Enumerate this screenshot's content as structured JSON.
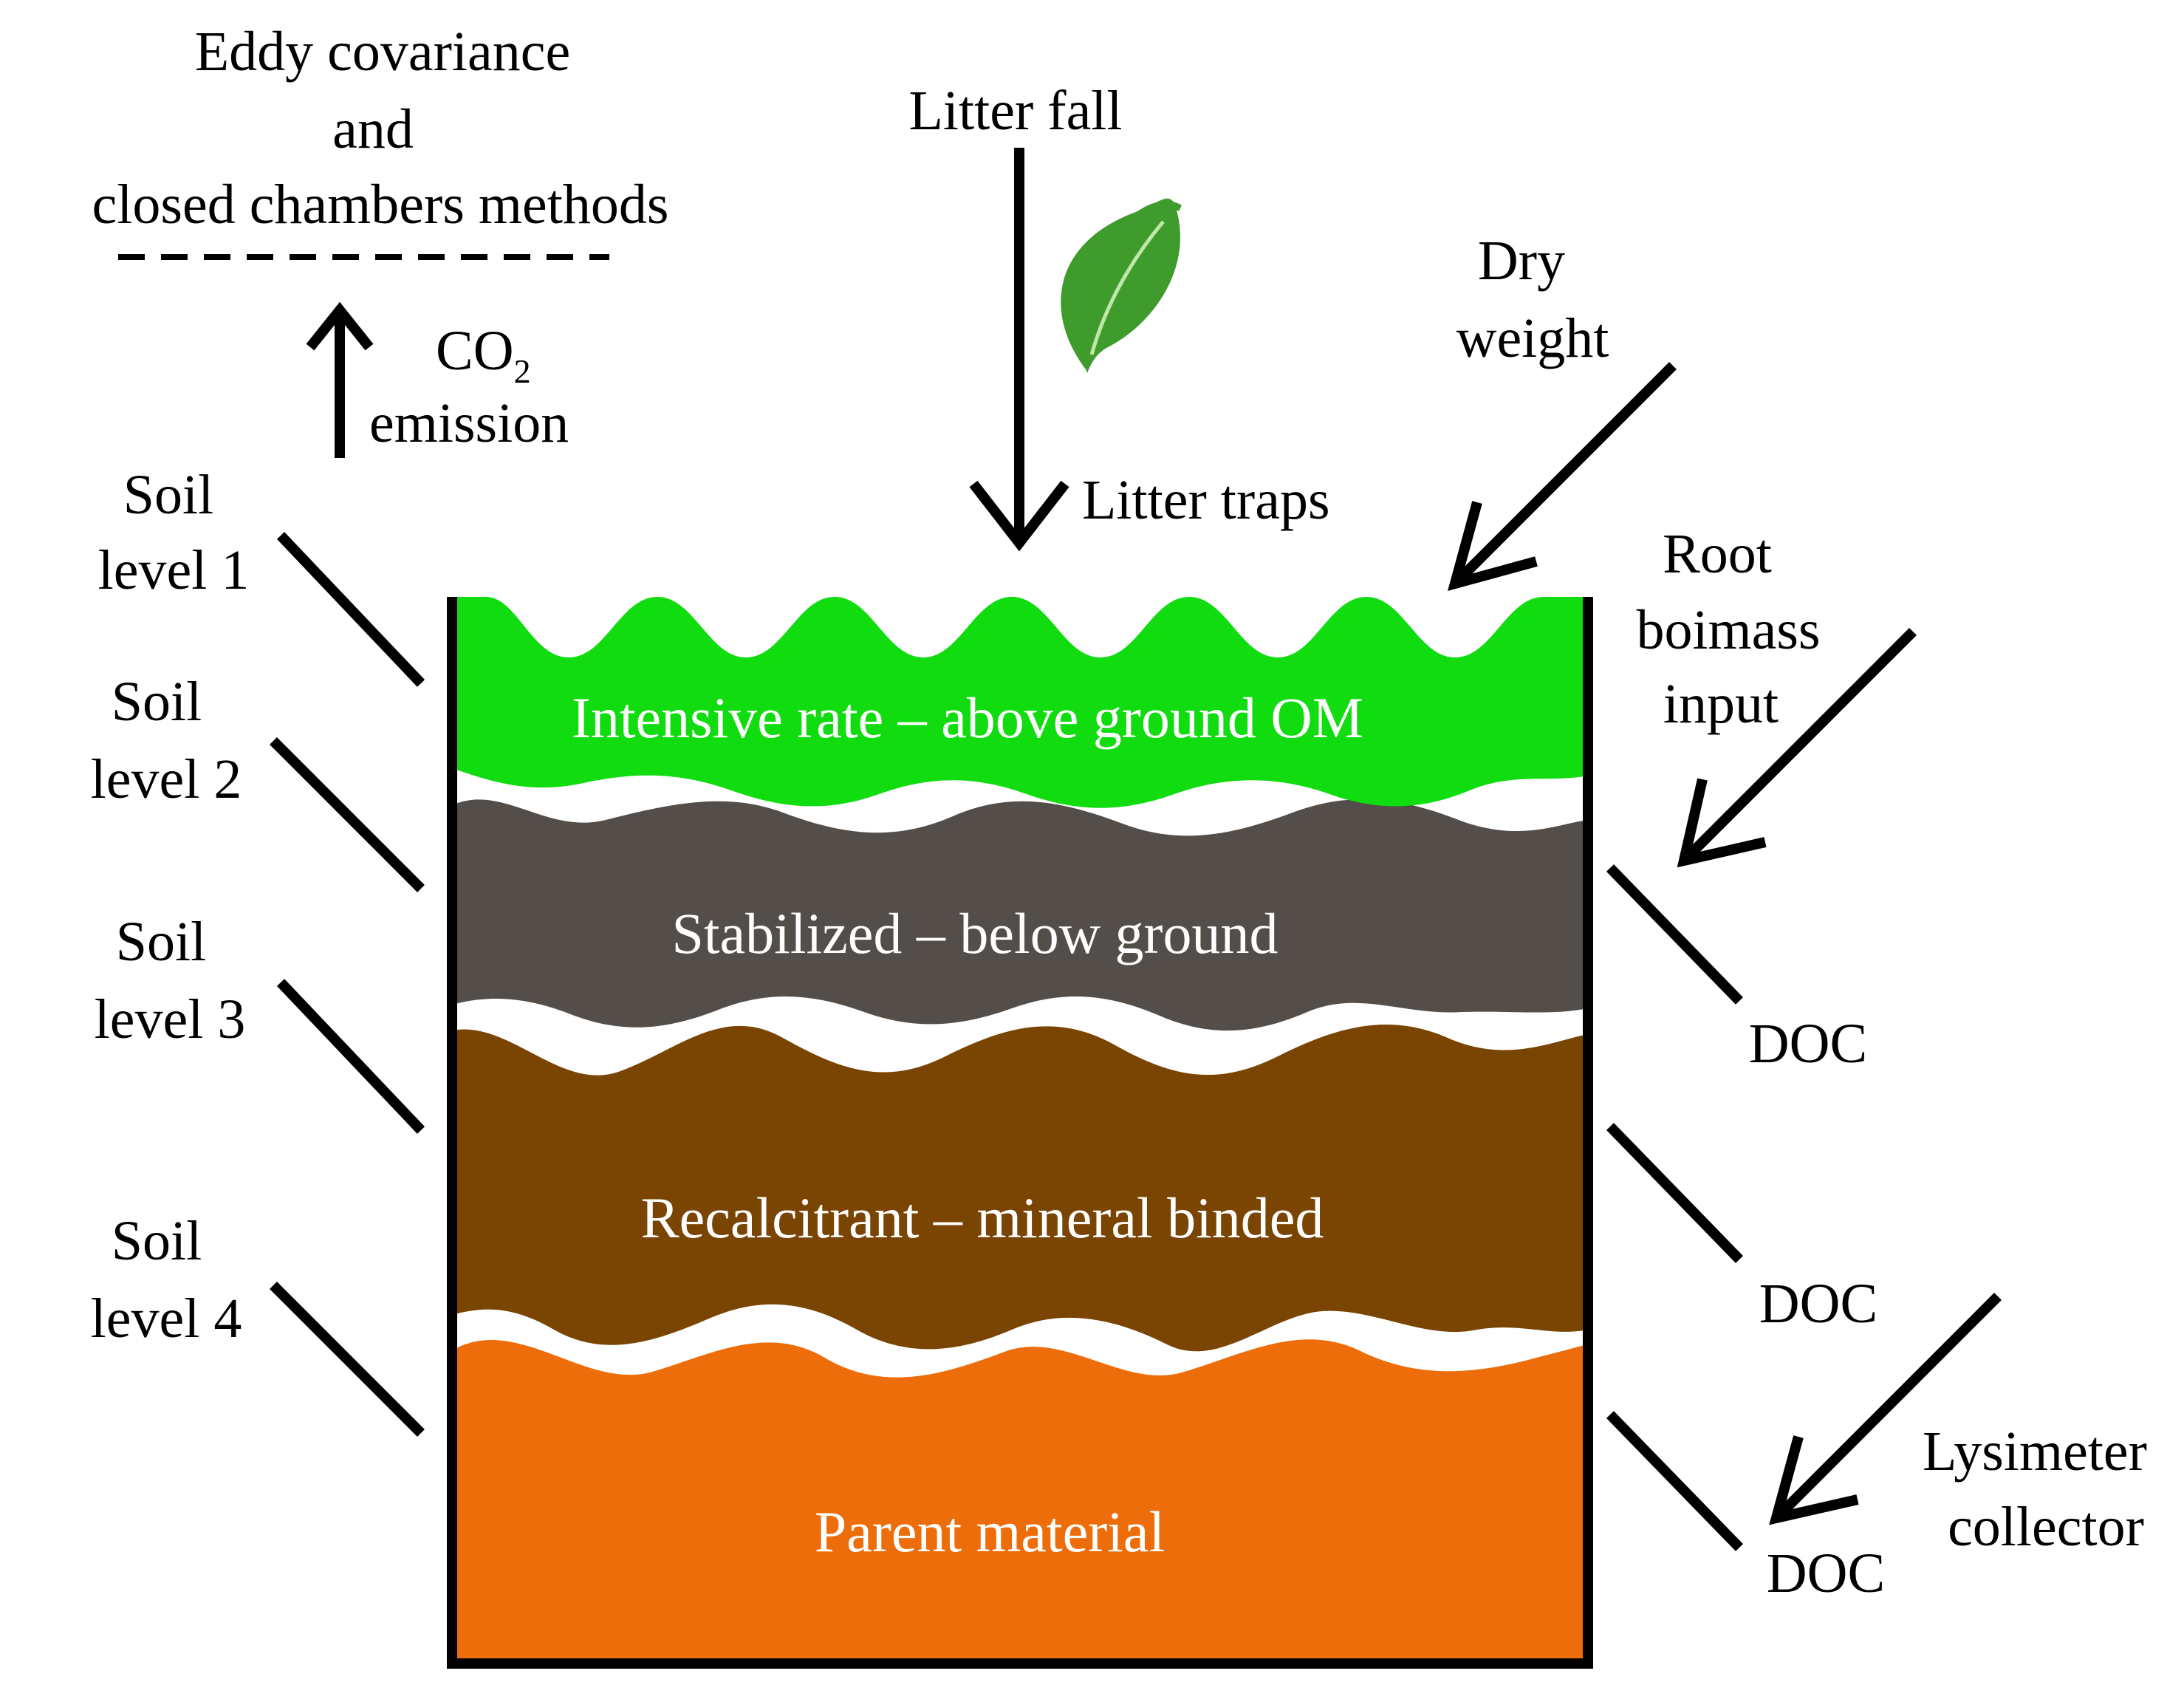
{
  "measurement": {
    "eddy_line1": "Eddy covariance",
    "eddy_line2": "and",
    "eddy_line3": "closed chambers methods",
    "co2_main": "CO",
    "co2_sub": "2",
    "co2_emission": "emission",
    "litter_fall": "Litter fall",
    "litter_traps": "Litter traps",
    "dry_weight_line1": "Dry",
    "dry_weight_line2": "weight",
    "root_line1": "Root",
    "root_line2": "boimass",
    "root_line3": "input",
    "lysimeter_line1": "Lysimeter",
    "lysimeter_line2": "collector"
  },
  "soil_levels": [
    {
      "line1": "Soil",
      "line2": "level 1"
    },
    {
      "line1": "Soil",
      "line2": "level 2"
    },
    {
      "line1": "Soil",
      "line2": "level 3"
    },
    {
      "line1": "Soil",
      "line2": "level 4"
    }
  ],
  "layers": [
    {
      "label": "Intensive rate – above ground OM",
      "color": "#10dc10"
    },
    {
      "label": "Stabilized – below ground",
      "color": "#534e4a"
    },
    {
      "label": "Recalcitrant – mineral binded",
      "color": "#7a4503"
    },
    {
      "label": "Parent material",
      "color": "#ed6d0a"
    }
  ],
  "doc_labels": [
    "DOC",
    "DOC",
    "DOC"
  ],
  "icons": {
    "leaf": "leaf-icon",
    "leaf_color": "#3f9b2c"
  }
}
